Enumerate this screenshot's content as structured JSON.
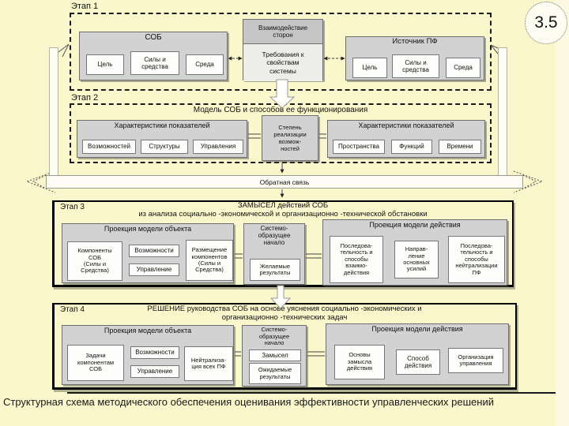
{
  "badge": {
    "number": "3.5"
  },
  "caption": "Структурная схема методического обеспечения оценивания эффективности управленческих решений",
  "feedback": {
    "label": "Обратная связь"
  },
  "stage1": {
    "label": "Этап 1",
    "sob": {
      "title": "СОБ",
      "cells": [
        "Цель",
        "Силы и\nсредства",
        "Среда"
      ]
    },
    "interaction": {
      "header": "Взаимодействие\nсторон",
      "body": "Требования к\nсвойствам\nсистемы"
    },
    "source": {
      "title": "Источник ПФ",
      "cells": [
        "Цель",
        "Силы и\nсредства",
        "Среда"
      ]
    }
  },
  "stage2": {
    "label": "Этап 2",
    "title": "Модель СОБ и способов ее функционирования",
    "left": {
      "title": "Характеристики показателей",
      "cells": [
        "Возможностей",
        "Структуры",
        "Управления"
      ]
    },
    "middle": "Степень\nреализации\nвозмож-\nностей",
    "right": {
      "title": "Характеристики показателей",
      "cells": [
        "Пространства",
        "Функций",
        "Времени"
      ]
    }
  },
  "stage3": {
    "label": "Этап 3",
    "title1": "ЗАМЫСЕЛ действий СОБ",
    "title2": "из анализа социально  -экономической и организационно  -технической обстановки",
    "object_model": {
      "title": "Проекция модели объекта",
      "component": "Компоненты\nСОБ\n(Силы и\nСредства)",
      "possibilities": "Возможности",
      "control": "Управление",
      "placement": "Размещение\nкомпонентов\n(Силы и\nСредства)"
    },
    "system_core": {
      "title": "Системо-\nобразущее\nначало",
      "result": "Желаемые\nрезультаты"
    },
    "action_model": {
      "title": "Проекция модели действия",
      "sequence": "Последова-\nтельность и\nспособы\nвзаимо-\nдействия",
      "direction": "Направ-\nление\nосновных\nусилий",
      "neutralization": "Последова-\nтельность и\nспособы\nнейтрализации\nПФ"
    }
  },
  "stage4": {
    "label": "Этап 4",
    "title1": "РЕШЕНИЕ руководства СОБ на основе уяснения социально  -экономических и",
    "title2": "организационно  -технических задач",
    "object_model": {
      "title": "Проекция модели объекта",
      "tasks": "Задачи\nкомпонентам\nСОБ",
      "possibilities": "Возможности",
      "control": "Управление",
      "neutralization": "Нейтрализа-\nция всех ПФ"
    },
    "system_core": {
      "title": "Системо-\nобразущее\nначало",
      "concept": "Замысел",
      "expected": "Ожидаемые\nрезультаты"
    },
    "action_model": {
      "title": "Проекция модели действия",
      "basis": "Основы\nзамысла\nдействия",
      "method": "Способ\nдействия",
      "organization": "Организация\nуправления"
    }
  }
}
